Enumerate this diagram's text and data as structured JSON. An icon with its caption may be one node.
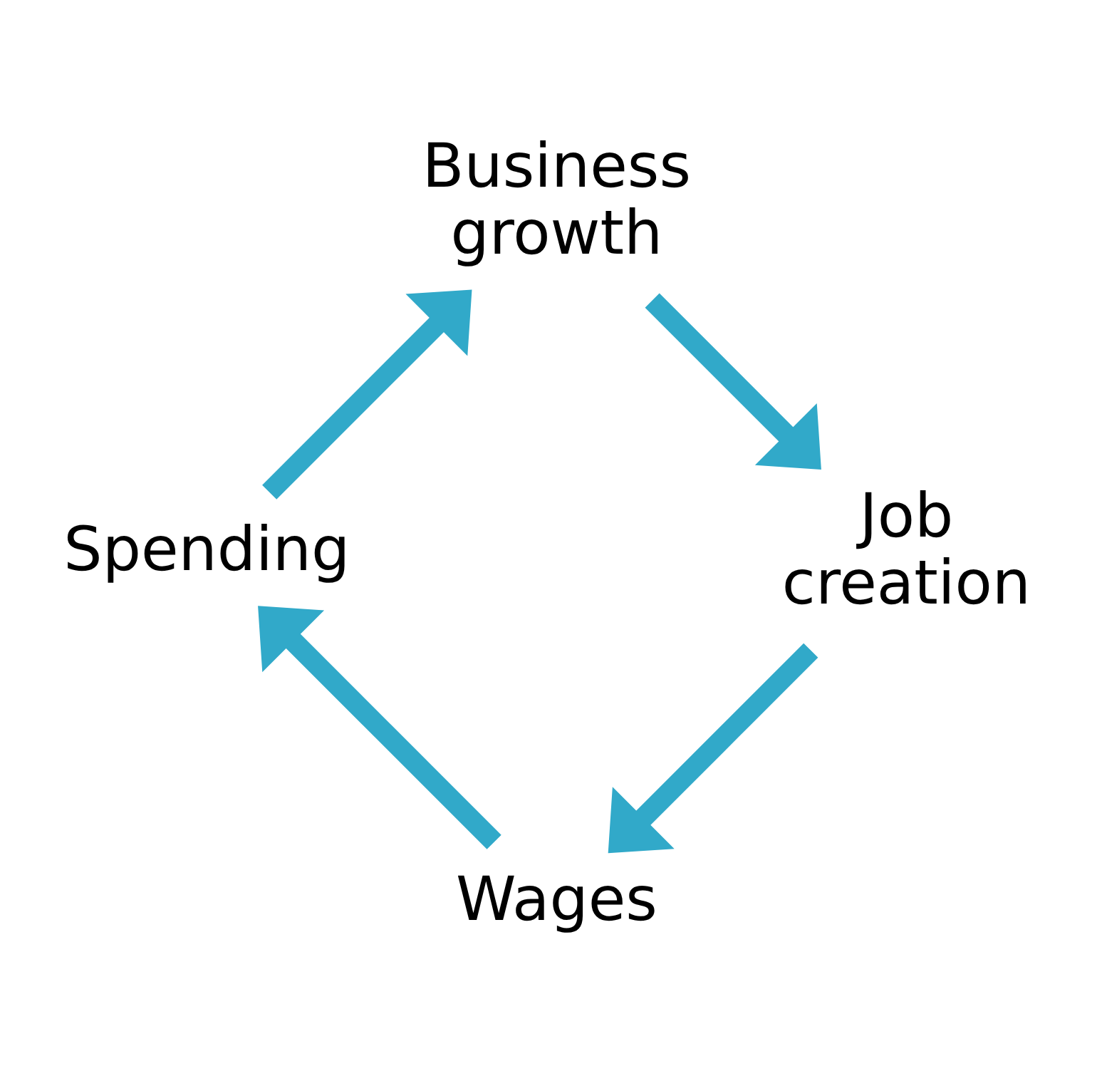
{
  "diagram": {
    "nodes": [
      {
        "text": [
          "Wages"
        ]
      },
      {
        "text": [
          "Spending"
        ]
      },
      {
        "text": [
          "Business growth"
        ]
      },
      {
        "text": [
          "Job creation"
        ]
      }
    ],
    "edges": [
      {
        "from": 0,
        "to": 1,
        "arrow": "to"
      },
      {
        "from": 1,
        "to": 2,
        "arrow": "to"
      },
      {
        "from": 2,
        "to": 3,
        "arrow": "to"
      },
      {
        "from": 3,
        "to": 0,
        "arrow": "to"
      }
    ]
  }
}
